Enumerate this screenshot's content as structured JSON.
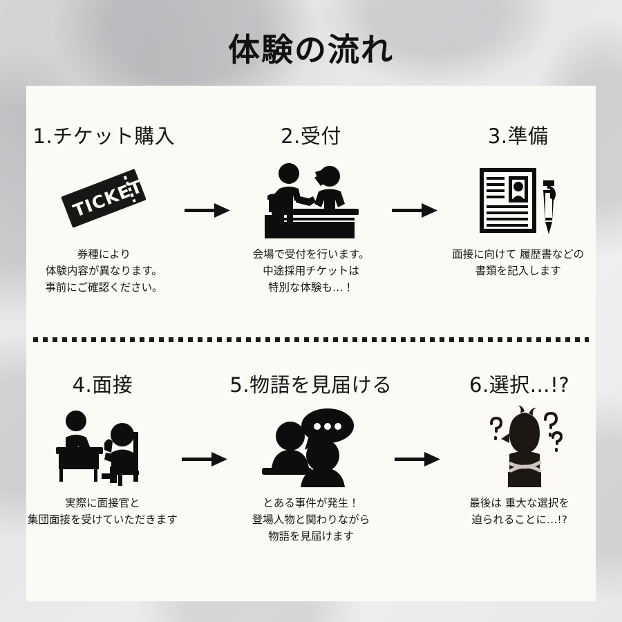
{
  "page": {
    "title": "体験の流れ",
    "background_color": "#ececed",
    "card_color": "#fbfaf5",
    "ink_color": "#141414"
  },
  "divider": {
    "name": "dotted-divider",
    "style": "square-dotted"
  },
  "arrows": [
    {
      "name": "arrow-step1-to-step2",
      "glyph": "→"
    },
    {
      "name": "arrow-step2-to-step3",
      "glyph": "→"
    },
    {
      "name": "arrow-step4-to-step5",
      "glyph": "→"
    },
    {
      "name": "arrow-step5-to-step6",
      "glyph": "→"
    }
  ],
  "steps": [
    {
      "number": "1",
      "heading": "1.チケット購入",
      "icon": "ticket-icon",
      "icon_label": "TICKET",
      "description": "券種により\n体験内容が異なります。\n事前にご確認ください。"
    },
    {
      "number": "2",
      "heading": "2.受付",
      "icon": "reception-counter-icon",
      "description": "会場で受付を行います。\n中途採用チケットは\n特別な体験も…！"
    },
    {
      "number": "3",
      "heading": "3.準備",
      "icon": "resume-and-pen-icon",
      "description": "面接に向けて 履歴書などの\n書類を記入します"
    },
    {
      "number": "4",
      "heading": "4.面接",
      "icon": "interview-desk-icon",
      "description": "実際に面接官と\n集団面接を受けていただきます"
    },
    {
      "number": "5",
      "heading": "5.物語を見届ける",
      "icon": "two-people-speech-bubble-icon",
      "description": "とある事件が発生！\n登場人物と関わりながら\n物語を見届けます"
    },
    {
      "number": "6",
      "heading": "6.選択…!?",
      "icon": "confused-person-question-marks-icon",
      "description": "最後は 重大な選択を\n迫られることに…!?"
    }
  ]
}
